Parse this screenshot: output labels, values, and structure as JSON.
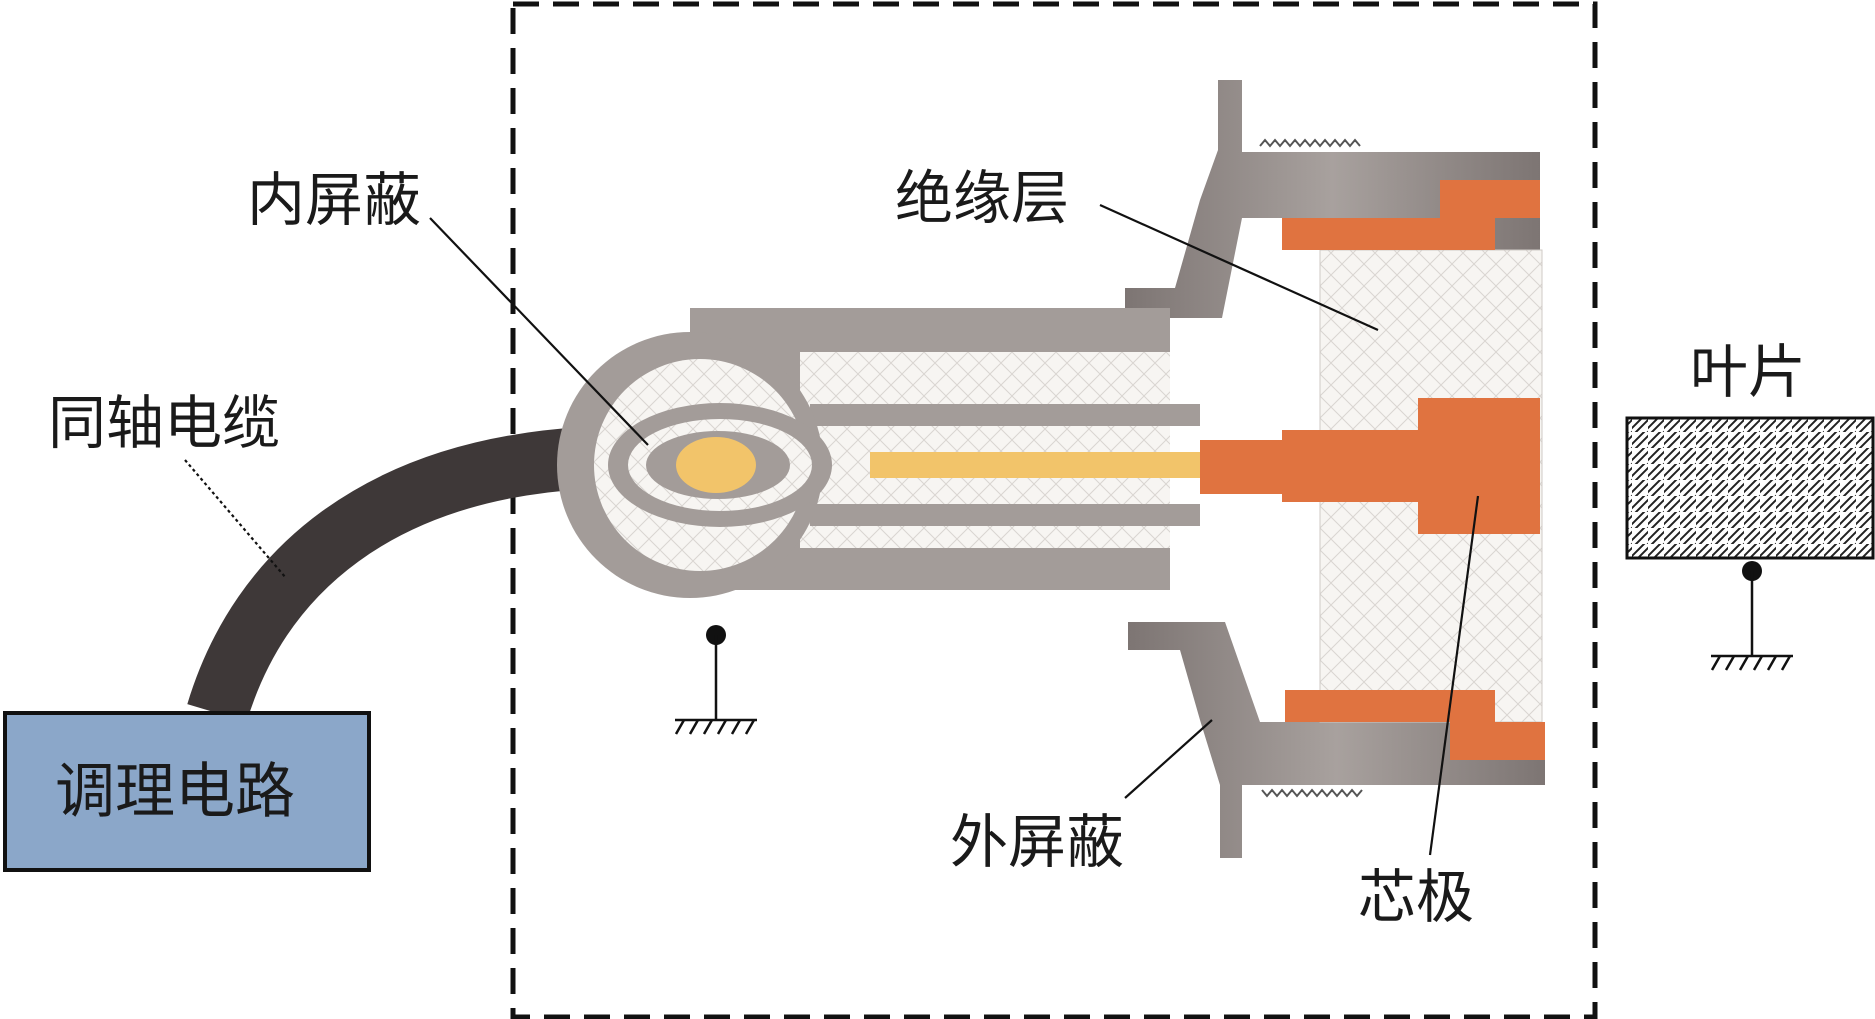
{
  "labels": {
    "inner_shield": "内屏蔽",
    "insulation": "绝缘层",
    "coax_cable": "同轴电缆",
    "blade": "叶片",
    "conditioning_circuit": "调理电路",
    "outer_shield": "外屏蔽",
    "core_electrode": "芯极"
  },
  "colors": {
    "shield_gray": "#a39c99",
    "shield_dark": "#6e6867",
    "core_orange": "#e07340",
    "inner_core_yellow": "#f2c46a",
    "cable": "#3e3838",
    "circuit_box": "#8ba7c9",
    "insulation_fill": "#f6f4f1",
    "mesh": "#d7d3cf"
  },
  "icons": [
    "ground-icon",
    "hatched-blade",
    "dashed-boundary"
  ]
}
